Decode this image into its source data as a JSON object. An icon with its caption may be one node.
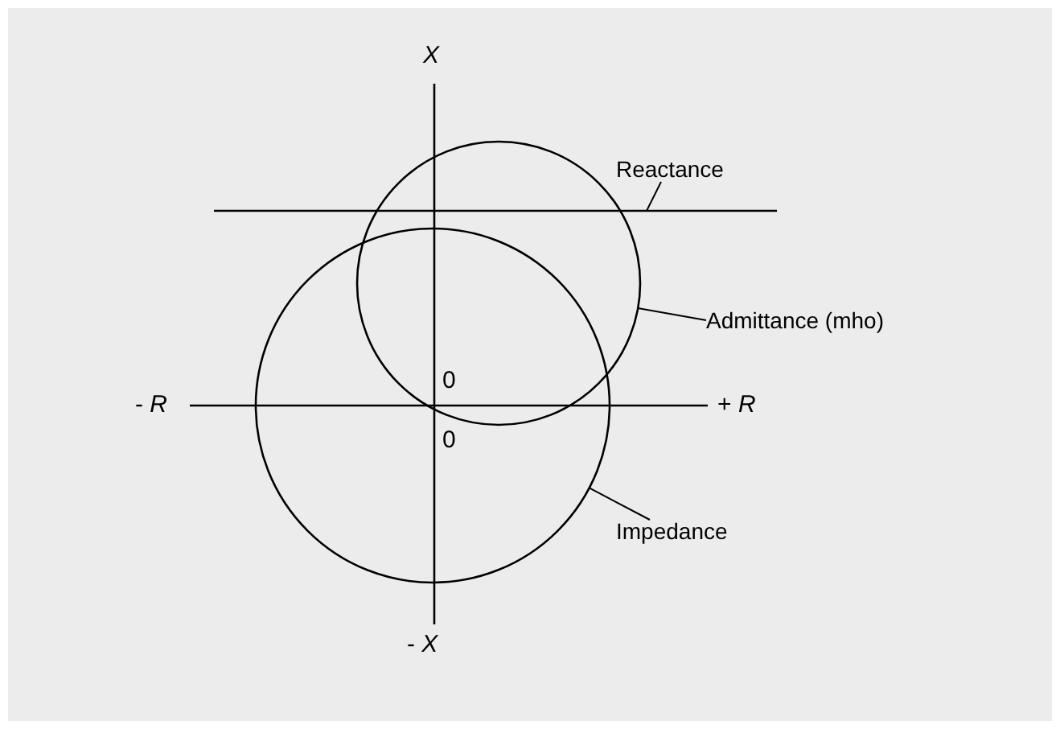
{
  "diagram": {
    "nodes": [
      {
        "text": [
          "Reactance"
        ]
      },
      {
        "text": [],
        "shape": "line"
      },
      {
        "text": [
          "Admittance (mho)"
        ]
      },
      {
        "text": [],
        "shape": "circle"
      },
      {
        "text": [
          "Impedance"
        ]
      },
      {
        "text": [],
        "shape": "circle"
      }
    ],
    "edges": [
      {
        "from": 0,
        "to": 1,
        "arrow": "none"
      },
      {
        "from": 2,
        "to": 3,
        "arrow": "none"
      },
      {
        "from": 4,
        "to": 5,
        "arrow": "none"
      }
    ],
    "labels": [
      "X",
      "0",
      "- *R*",
      "+ *R*",
      "0",
      "- *X*"
    ]
  }
}
